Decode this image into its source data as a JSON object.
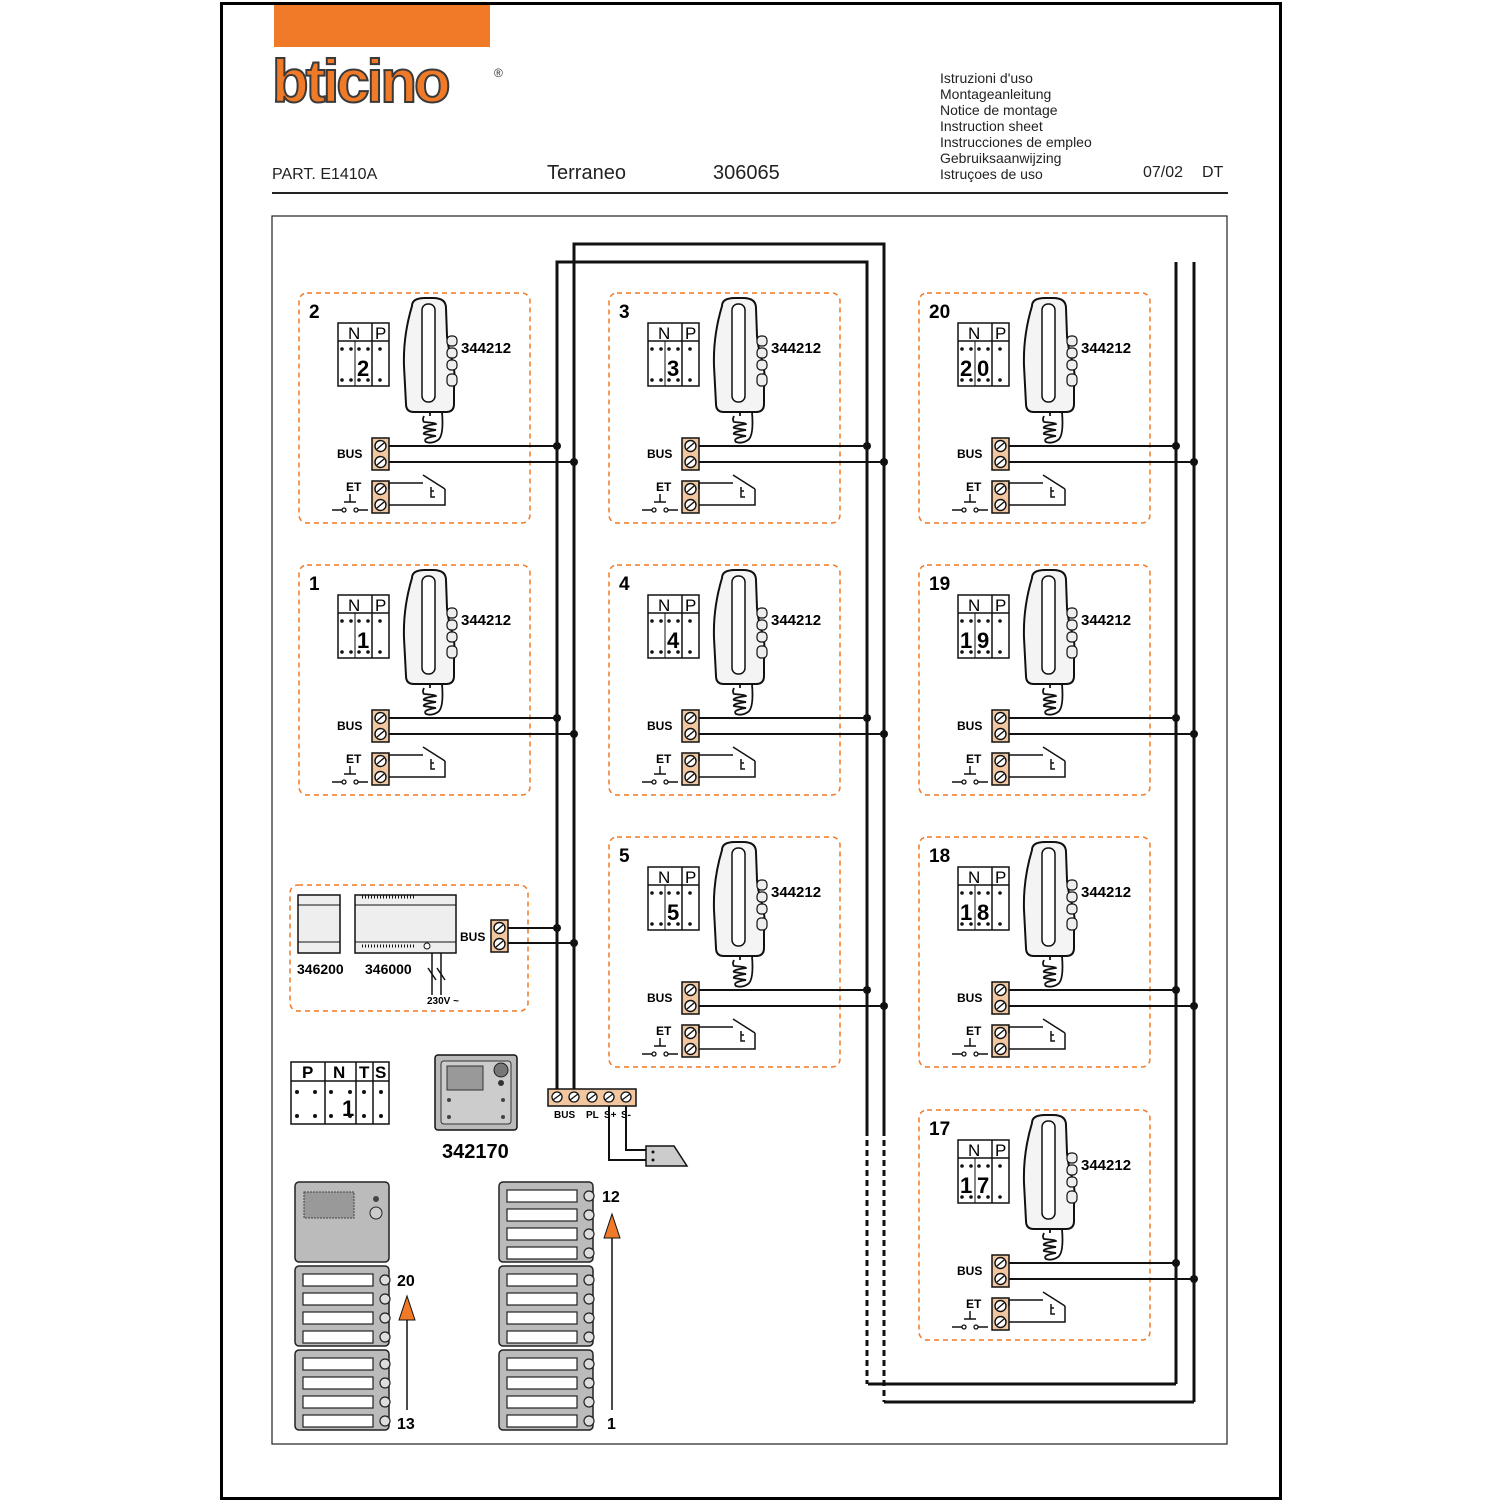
{
  "brand": {
    "name": "bticino",
    "reg": "®",
    "accent": "#f07a27"
  },
  "languages": [
    "Istruzioni d'uso",
    "Montageanleitung",
    "Notice de montage",
    "Instruction sheet",
    "Instrucciones de empleo",
    "Gebruiksaanwijzing",
    "Istruçoes de uso"
  ],
  "header": {
    "part": "PART. E1410A",
    "series": "Terraneo",
    "code": "306065",
    "date": "07/02",
    "dt": "DT"
  },
  "labels": {
    "bus": "BUS",
    "et": "ET",
    "n": "N",
    "p": "P",
    "t": "T",
    "s": "S",
    "pl": "PL",
    "splus": "S+",
    "sminus": "S-",
    "voltage": "230V ~"
  },
  "handsets": [
    {
      "id": "2",
      "model": "344212",
      "digits": [
        "",
        "2"
      ]
    },
    {
      "id": "3",
      "model": "344212",
      "digits": [
        "",
        "3"
      ]
    },
    {
      "id": "20",
      "model": "344212",
      "digits": [
        "2",
        "0"
      ]
    },
    {
      "id": "1",
      "model": "344212",
      "digits": [
        "",
        "1"
      ]
    },
    {
      "id": "4",
      "model": "344212",
      "digits": [
        "",
        "4"
      ]
    },
    {
      "id": "19",
      "model": "344212",
      "digits": [
        "1",
        "9"
      ]
    },
    {
      "id": "5",
      "model": "344212",
      "digits": [
        "",
        "5"
      ]
    },
    {
      "id": "18",
      "model": "344212",
      "digits": [
        "1",
        "8"
      ]
    },
    {
      "id": "17",
      "model": "344212",
      "digits": [
        "1",
        "7"
      ]
    }
  ],
  "power": {
    "model_a": "346200",
    "model_b": "346000"
  },
  "panel_config": {
    "digit": "1"
  },
  "entrance": {
    "model": "342170"
  },
  "columns": {
    "left_top": "20",
    "left_bottom": "13",
    "right_top": "12",
    "right_bottom": "1"
  }
}
